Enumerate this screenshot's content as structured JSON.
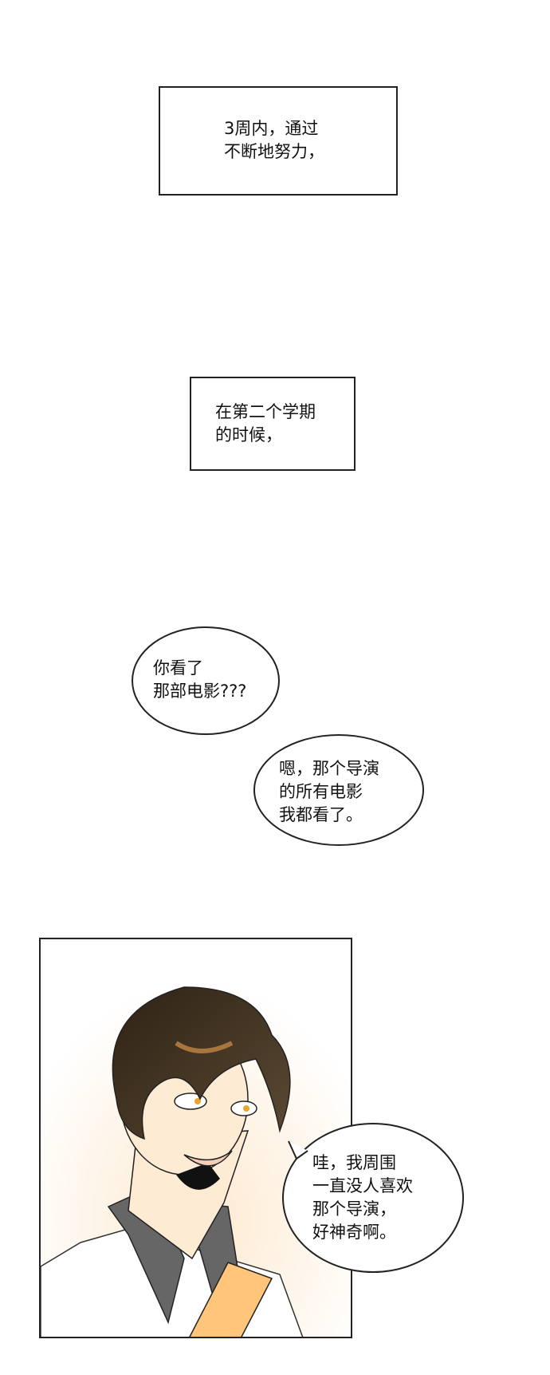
{
  "captions": [
    {
      "lines": "3周内，通过\n不断地努力，"
    },
    {
      "lines": "在第二个学期\n的时候，"
    }
  ],
  "bubbles": [
    {
      "lines": "你看了\n那部电影???"
    },
    {
      "lines": "嗯，那个导演\n的所有电影\n我都看了。"
    },
    {
      "lines": "哇，我周围\n一直没人喜欢\n那个导演，\n好神奇啊。"
    }
  ],
  "colors": {
    "hair": "#4a3a26",
    "skin": "#fdebd3",
    "strap": "#ffc57a",
    "collar": "#666666",
    "background_glow": "#fde9cf"
  }
}
